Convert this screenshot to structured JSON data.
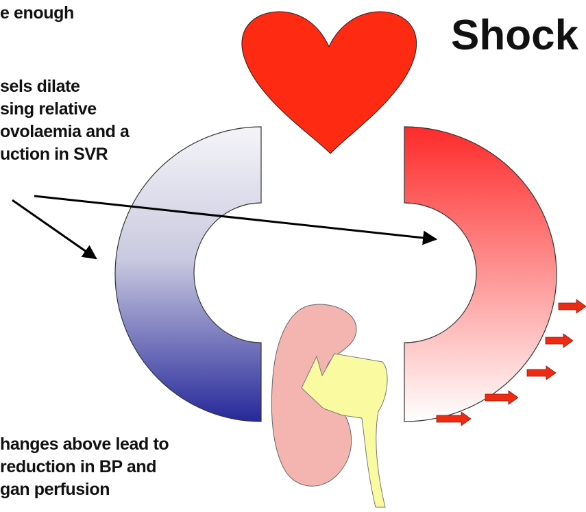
{
  "title": "Shock",
  "text_top": "e enough",
  "text_middle": [
    "sels dilate",
    "sing relative",
    "ovolaemia and a",
    "uction in SVR"
  ],
  "text_bottom": [
    "hanges above lead to",
    "reduction in BP and",
    "gan perfusion"
  ],
  "colors": {
    "heart": "#fe2a12",
    "venous_top": "#f4f4f8",
    "venous_bottom": "#26289a",
    "arterial_top": "#fe2a2a",
    "arterial_bottom": "#ffffff",
    "kidney": "#f4b4b0",
    "ureter": "#fafaa0",
    "small_arrows": "#ee2a12"
  },
  "icons": [
    "heart-icon",
    "kidney-icon",
    "arrow-icon"
  ]
}
